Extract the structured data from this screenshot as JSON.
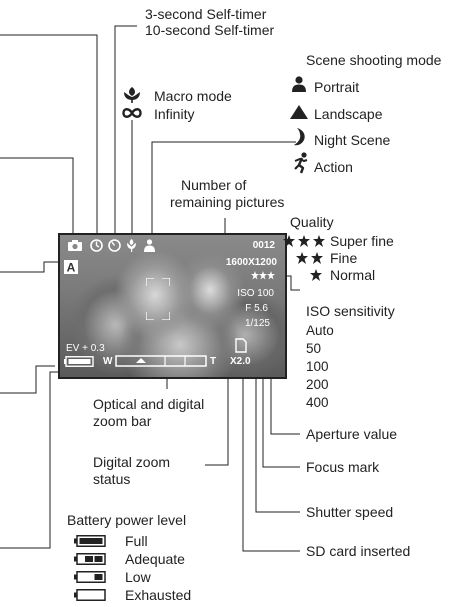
{
  "labels": {
    "self_timer_3": "3-second Self-timer",
    "self_timer_10": "10-second Self-timer",
    "macro": "Macro mode",
    "infinity": "Infinity",
    "scene_title": "Scene shooting mode",
    "portrait": "Portrait",
    "landscape": "Landscape",
    "night": "Night Scene",
    "action": "Action",
    "remaining_1": "Number of",
    "remaining_2": "remaining pictures",
    "quality_title": "Quality",
    "super_fine": "Super fine",
    "fine": "Fine",
    "normal": "Normal",
    "iso_title": "ISO sensitivity",
    "iso_values": [
      "Auto",
      "50",
      "100",
      "200",
      "400"
    ],
    "aperture": "Aperture value",
    "focus": "Focus mark",
    "shutter": "Shutter speed",
    "sd": "SD card inserted",
    "zoom_bar_1": "Optical and digital",
    "zoom_bar_2": "zoom bar",
    "digital_zoom_1": "Digital zoom",
    "digital_zoom_2": "status",
    "battery_title": "Battery power level",
    "battery_levels": [
      "Full",
      "Adequate",
      "Low",
      "Exhausted"
    ]
  },
  "screen": {
    "count": "0012",
    "resolution": "1600X1200",
    "iso": "ISO 100",
    "aperture": "F 5.6",
    "shutter": "1/125",
    "ev": "EV + 0.3",
    "zoom_w": "W",
    "zoom_t": "T",
    "digital_zoom": "X2.0"
  },
  "icons": {
    "camera": "camera-icon",
    "self_timer": "self-timer-icon",
    "macro": "macro-flower-icon",
    "infinity": "infinity-icon",
    "portrait": "portrait-icon",
    "landscape": "mountain-icon",
    "night": "crescent-moon-icon",
    "action": "running-person-icon",
    "auto_mode": "auto-mode-icon",
    "sd_card": "sd-card-icon",
    "battery": "battery-icon"
  },
  "colors": {
    "ink": "#222222",
    "screen_text": "#ffffff"
  }
}
